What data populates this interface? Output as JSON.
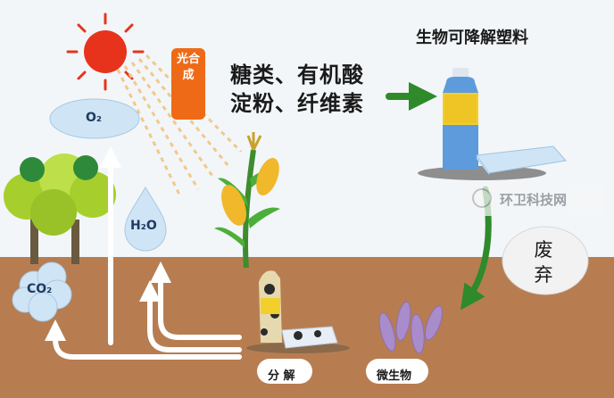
{
  "labels": {
    "title": "生物可降解塑料",
    "products_line1": "糖类、有机酸",
    "products_line2": "淀粉、纤维素",
    "photosynthesis": "光合成",
    "o2": "O₂",
    "h2o": "H₂O",
    "co2": "CO₂",
    "discard": "废弃",
    "decomposition": "分 解",
    "microorganism": "微生物",
    "watermark": "环卫科技网"
  },
  "colors": {
    "sky": "#f2f6f9",
    "soil": "#b77d51",
    "sun": "#e8331c",
    "arrow_green": "#2f8a2a",
    "photosynthesis_box": "#ee6a16",
    "bubble_blue": "#cfe5f5",
    "bottle_yellow": "#f2cf2a",
    "bottle_blue": "#5e9bdc",
    "tree_green": "#a6cf2e",
    "microbe_purple": "#a98ccb"
  },
  "icons": [
    "sun-icon",
    "tree-icon",
    "corn-plant-icon",
    "plastic-bottle-icon",
    "plastic-container-icon",
    "discarded-bottle-icon",
    "microbe-icon",
    "watermark-logo-icon"
  ]
}
